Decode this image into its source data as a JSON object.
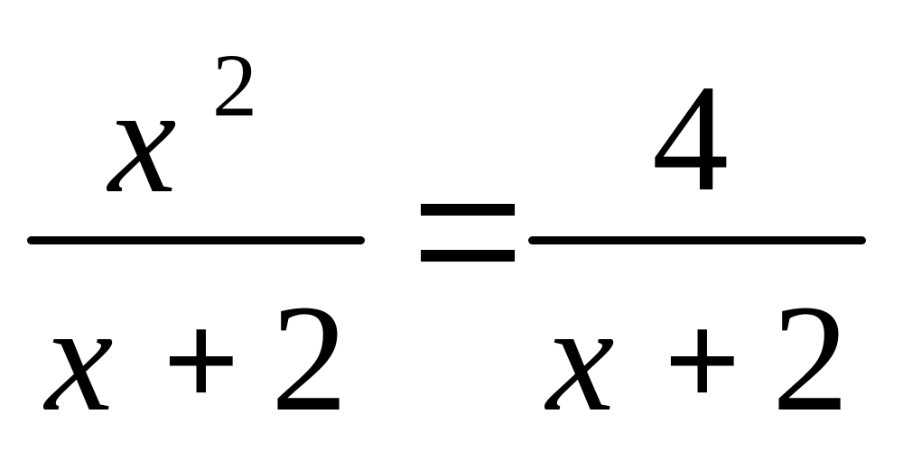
{
  "equation": {
    "left": {
      "numerator": {
        "base": "x",
        "exponent": "2"
      },
      "denominator": {
        "variable": "x",
        "operator": "+",
        "constant": "2"
      }
    },
    "relation": "=",
    "right": {
      "numerator": "4",
      "denominator": {
        "variable": "x",
        "operator": "+",
        "constant": "2"
      }
    }
  },
  "colors": {
    "ink": "#000000",
    "background": "#ffffff"
  }
}
